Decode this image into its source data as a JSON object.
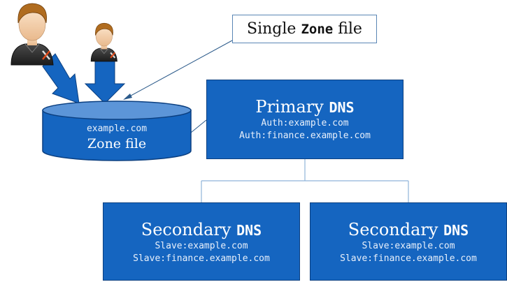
{
  "callout": {
    "prefix": "Single ",
    "keyword": "Zone",
    "suffix": " file"
  },
  "zone_file": {
    "domain": "example.com",
    "label": "Zone file"
  },
  "primary": {
    "title_prefix": "Primary ",
    "title_keyword": "DNS",
    "lines": [
      "Auth:example.com",
      "Auth:finance.example.com"
    ]
  },
  "secondaries": [
    {
      "title_prefix": "Secondary ",
      "title_keyword": "DNS",
      "lines": [
        "Slave:example.com",
        "Slave:finance.example.com"
      ]
    },
    {
      "title_prefix": "Secondary ",
      "title_keyword": "DNS",
      "lines": [
        "Slave:example.com",
        "Slave:finance.example.com"
      ]
    }
  ],
  "icons": [
    "admin-user-icon",
    "admin-user-icon"
  ],
  "colors": {
    "box_fill": "#1565c0",
    "box_border": "#0b3f80",
    "connector": "#8fb4d9",
    "arrow": "#1565c0"
  }
}
